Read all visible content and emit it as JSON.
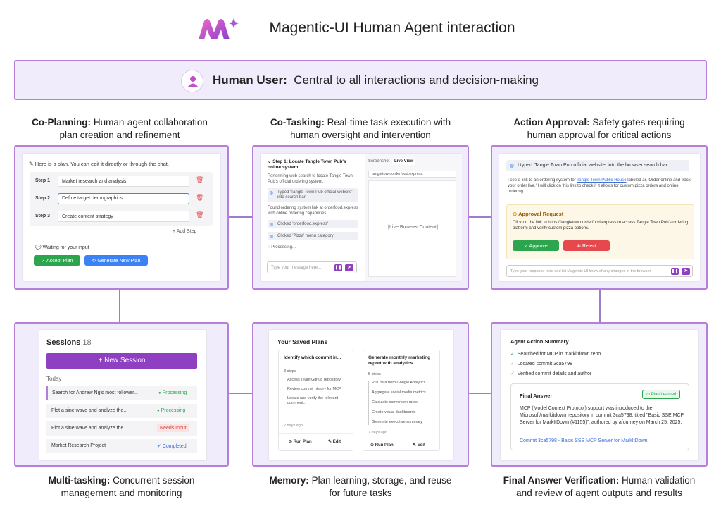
{
  "header": {
    "title": "Magentic-UI Human Agent interaction"
  },
  "human": {
    "bold": "Human User:",
    "text": "Central to all interactions and decision-making"
  },
  "captions": {
    "coplanning": {
      "bold": "Co-Planning:",
      "rest1": "Human-agent collaboration",
      "line2": "plan creation and refinement"
    },
    "cotasking": {
      "bold": "Co-Tasking:",
      "rest1": "Real-time task execution with",
      "line2": "human oversight and intervention"
    },
    "approval": {
      "bold": "Action Approval:",
      "rest1": "Safety gates requiring",
      "line2": "human approval for critical actions"
    },
    "multitask": {
      "bold": "Multi-tasking:",
      "rest1": "Concurrent session",
      "line2": "management and monitoring"
    },
    "memory": {
      "bold": "Memory:",
      "rest1": "Plan learning, storage, and reuse",
      "line2": "for future tasks"
    },
    "final": {
      "bold": "Final Answer Verification:",
      "rest1": "Human validation",
      "line2": "and review of agent outputs and results"
    }
  },
  "coplan": {
    "intro": "Here is a plan. You can edit it directly or through the chat.",
    "steps": [
      {
        "label": "Step 1",
        "text": "Market research and analysis"
      },
      {
        "label": "Step 2",
        "text": "Define target demographics"
      },
      {
        "label": "Step 3",
        "text": "Create content strategy"
      }
    ],
    "add_step": "+ Add Step",
    "waiting": "Waiting for your input",
    "accept": "Accept Plan",
    "generate": "Generate New Plan"
  },
  "cotask": {
    "step_title": "Step 1: Locate Tangle Town Pub's online system",
    "desc1": "Performing web search to locate Tangle Town Pub's official ordering system.",
    "action1": "Typed 'Tangle Town Pub official website' into search bar",
    "desc2": "Found ordering system link at orderfood.express with online ordering capabilities.",
    "action2": "Clicked 'orderfood.express'",
    "action3": "Clicked 'Pizza' menu category",
    "processing": "Processing...",
    "input_placeholder": "Type your message here...",
    "tab_screenshot": "Screenshot",
    "tab_live": "Live View",
    "url": "tangletown.orderfood.express",
    "live_content": "[Live Browser Content]"
  },
  "approval": {
    "typed": "I typed 'Tangle Town Pub official website' into the browser search bar.",
    "msg_pre": "I see a link to an ordering system for ",
    "msg_link": "Tangle Town Public House",
    "msg_post": " labeled as 'Order online and track your order live.' I will click on this link to check if it allows for custom pizza orders and online ordering.",
    "req_title": "Approval Request",
    "req_text": "Click on the link to https://tangletown.orderfood.express to access Tangle Town Pub's ordering platform and verify custom pizza options.",
    "approve": "Approve",
    "reject": "Reject",
    "input_placeholder": "Type your response here and let Magentic-UI know of any changes in the browser."
  },
  "sessions": {
    "title": "Sessions",
    "count": "18",
    "new": "New Session",
    "today": "Today",
    "items": [
      {
        "name": "Search for Andrew Ng's most follower...",
        "status": "Processing",
        "color": "#2da44e"
      },
      {
        "name": "Plot a sine wave and analyze the...",
        "status": "Processing",
        "color": "#2da44e"
      },
      {
        "name": "Plot a sine wave and analyze the...",
        "status": "Needs Input",
        "color": "#d1423f"
      },
      {
        "name": "Market Research Project",
        "status": "Completed",
        "color": "#3b6fd8"
      }
    ]
  },
  "memory": {
    "title": "Your Saved Plans",
    "plans": [
      {
        "title": "Identify which commit in...",
        "steps": "3 steps",
        "items": [
          "Access Team Github repository",
          "Review commit history for MCP",
          "Locate and verify the relevant comment..."
        ],
        "ago": "2 days ago",
        "run": "Run Plan",
        "edit": "Edit"
      },
      {
        "title": "Generate monthly marketing report with analytics",
        "steps": "5 steps",
        "items": [
          "Pull data from Google Analytics",
          "Aggregate social media metrics",
          "Calculate conversion rates",
          "Create visual dashboards",
          "Generate executive summary"
        ],
        "ago": "7 days ago",
        "run": "Run Plan",
        "edit": "Edit"
      }
    ]
  },
  "final": {
    "summary_title": "Agent Action Summary",
    "checks": [
      "Searched for MCP in markitdown repo",
      "Located commit 3ca5798",
      "Verified commit details and author"
    ],
    "answer_title": "Final Answer",
    "badge": "Plan Learned",
    "answer": "MCP (Model Context Protocol) support was introduced to the Microsoft/markitdown repository in commit 3ca5798, titled \"Basic SSE MCP Server for MarkItDown (#1155)\", authored by afourney on March 25, 2025.",
    "link": "Commit 3ca5798 - Basic SSE MCP Server for MarkItDown"
  },
  "colors": {
    "accent": "#b77fd6",
    "purple": "#8e3fc2",
    "green": "#2da44e",
    "red": "#e5484d",
    "blue": "#3b82f6"
  }
}
